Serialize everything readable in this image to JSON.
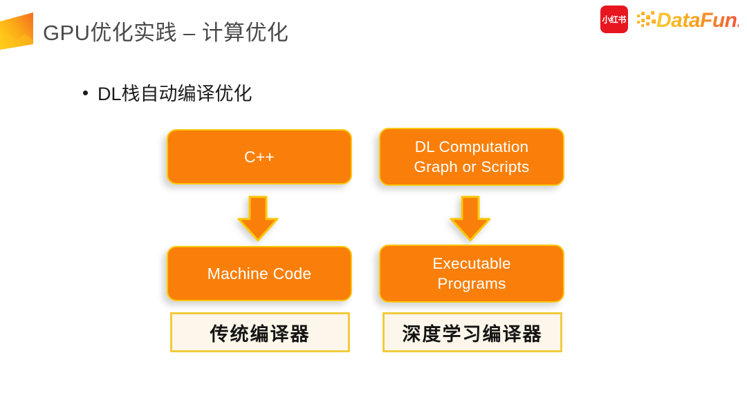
{
  "header": {
    "title": "GPU优化实践 – 计算优化",
    "decor_icon": "gradient-shard"
  },
  "brand": {
    "xiaohongshu_label": "小红书",
    "datafun_label": "DataFun.",
    "xiaohongshu_color": "#e8161f",
    "datafun_color_start": "#FBC82E",
    "datafun_color_end": "#F0503C"
  },
  "content": {
    "bullet": {
      "marker": "•",
      "text": "DL栈自动编译优化"
    }
  },
  "diagram": {
    "type": "two-column-flow",
    "accent_fill": "#F97F0A",
    "accent_border": "#FAC80A",
    "caption_fill": "#FDF6EA",
    "caption_border": "#F2CB3E",
    "columns": [
      {
        "name": "traditional-compiler",
        "top_box": "C++",
        "arrow": "down-arrow",
        "bottom_box": "Machine Code",
        "caption": "传统编译器"
      },
      {
        "name": "deep-learning-compiler",
        "top_box": "DL Computation\nGraph or Scripts",
        "top_box_line1": "DL Computation",
        "top_box_line2": "Graph or Scripts",
        "arrow": "down-arrow",
        "bottom_box": "Executable\nPrograms",
        "bottom_box_line1": "Executable",
        "bottom_box_line2": "Programs",
        "caption": "深度学习编译器"
      }
    ]
  }
}
